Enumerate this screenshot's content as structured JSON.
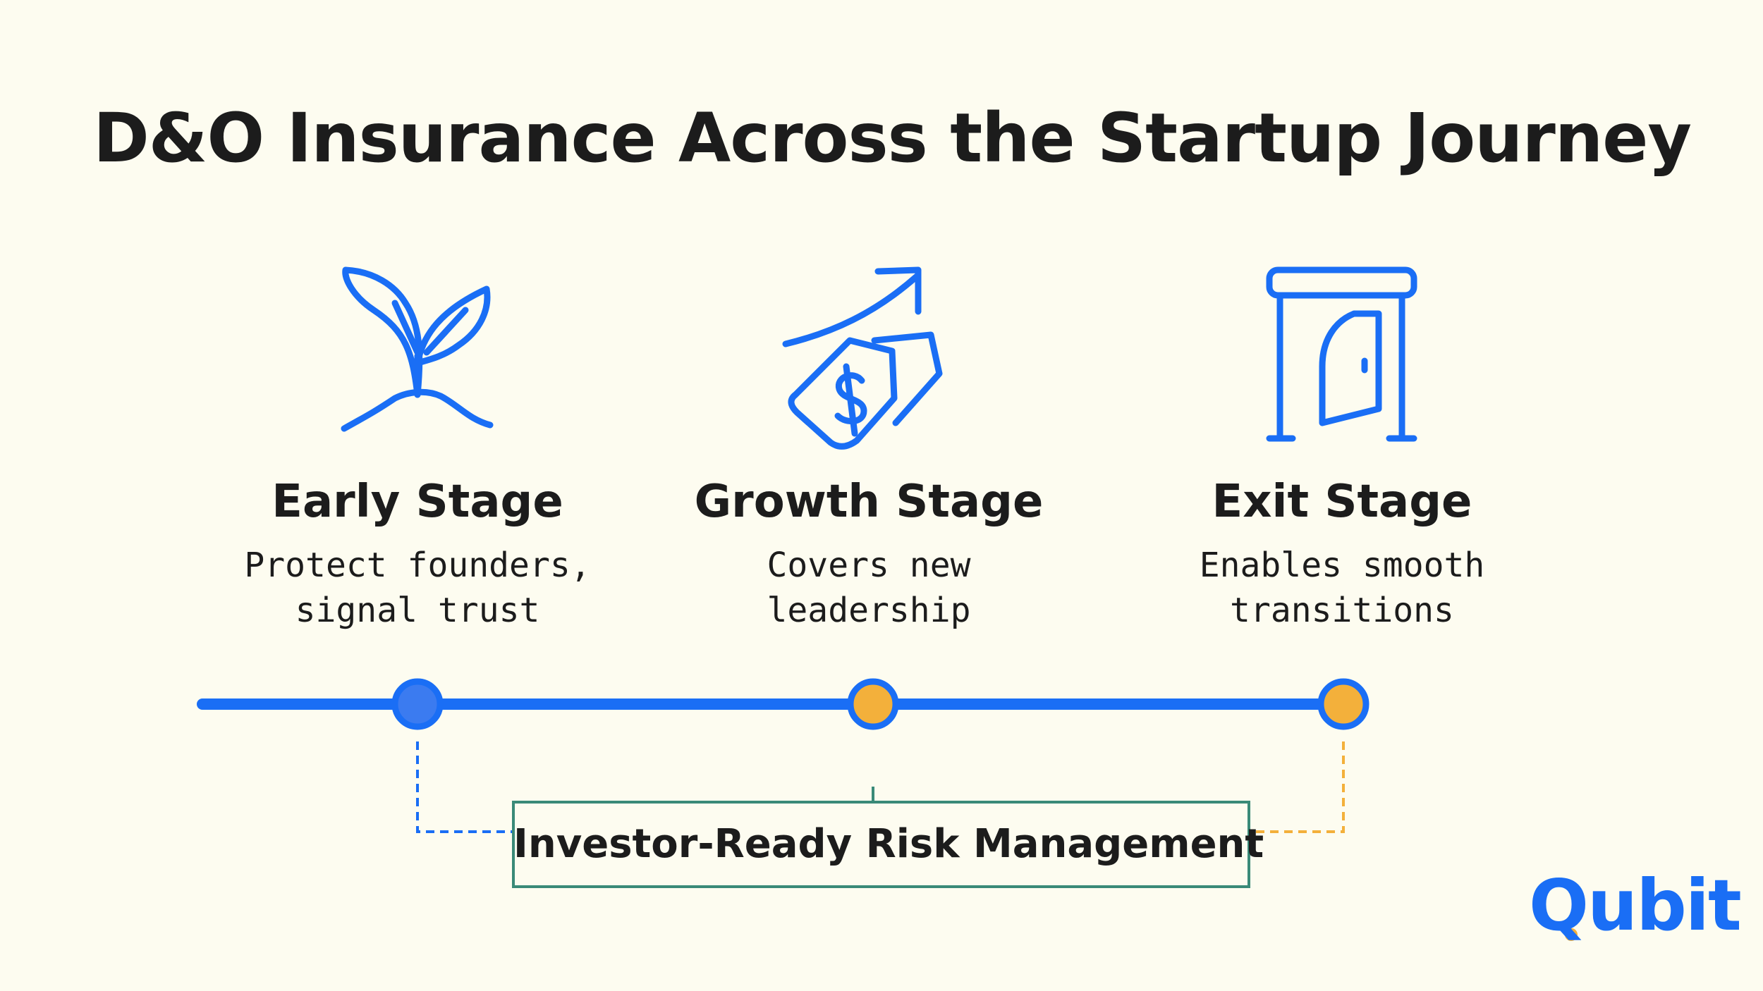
{
  "title": "D&O Insurance Across the Startup Journey",
  "stages": [
    {
      "title": "Early Stage",
      "description_lines": [
        "Protect founders,",
        "signal trust"
      ],
      "icon": "sprout-icon",
      "marker_color": "#3b7bf0"
    },
    {
      "title": "Growth Stage",
      "description_lines": [
        "Covers new",
        "leadership"
      ],
      "icon": "price-tag-growth-icon",
      "marker_color": "#f3b03b"
    },
    {
      "title": "Exit Stage",
      "description_lines": [
        "Enables smooth",
        "transitions"
      ],
      "icon": "door-exit-icon",
      "marker_color": "#f3b03b"
    }
  ],
  "summary_box": {
    "label": "Investor-Ready Risk Management",
    "border_color": "#3a8a78"
  },
  "brand": {
    "logo": "Qubit",
    "logo_color": "#1a6ef5",
    "accent_color": "#f3b03b"
  },
  "colors": {
    "background": "#fdfcf0",
    "timeline": "#1a6ef5",
    "icon_stroke": "#1a6ef5",
    "text": "#1c1c1c"
  }
}
